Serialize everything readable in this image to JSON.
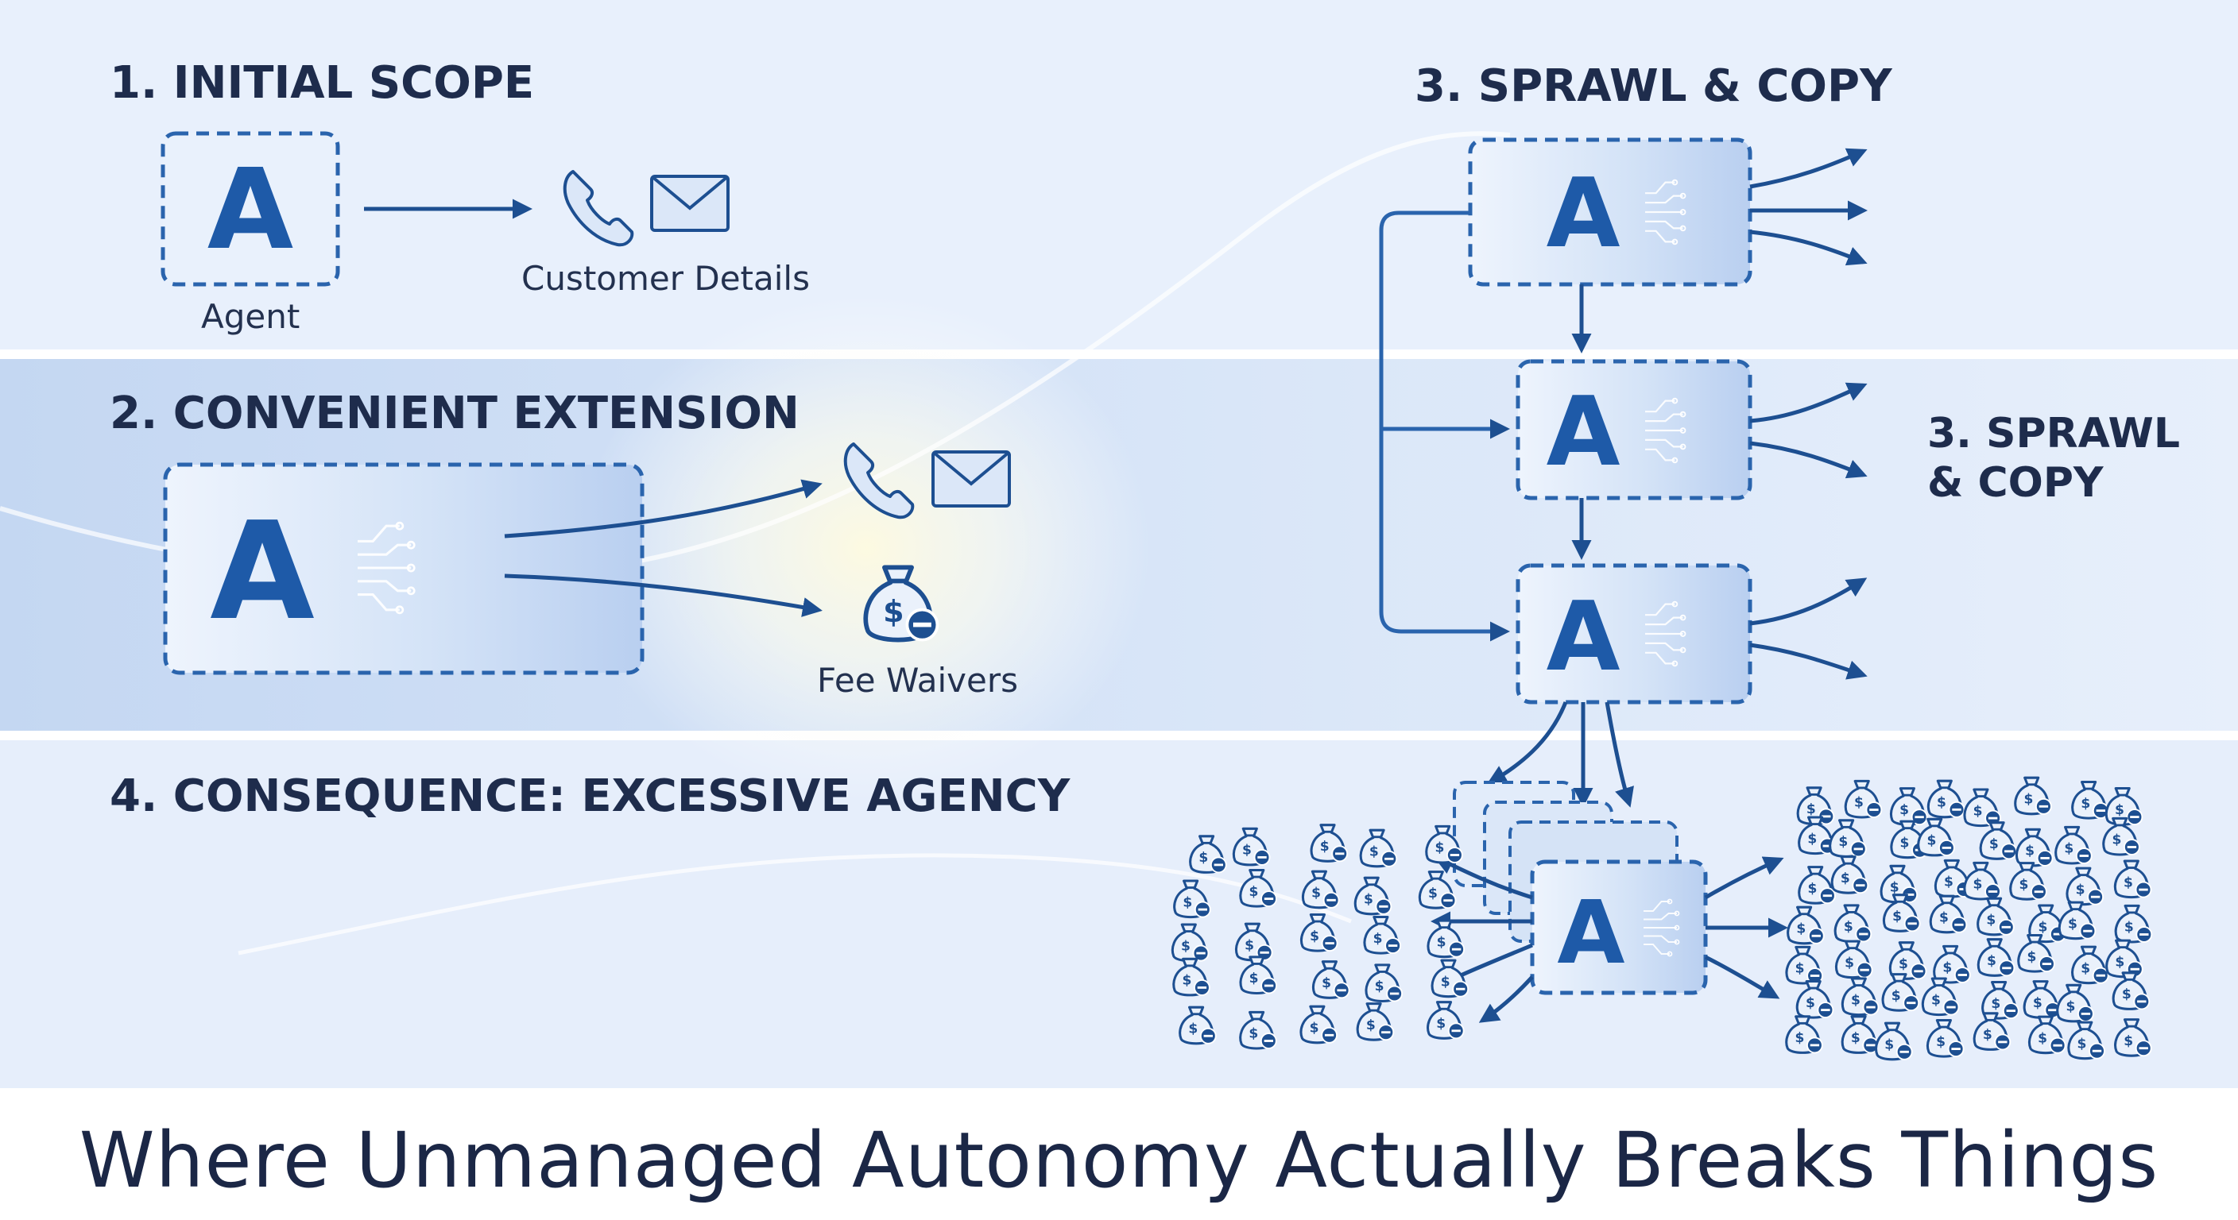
{
  "sections": {
    "initial_scope": {
      "heading": "1. INITIAL SCOPE",
      "agent_label": "Agent",
      "target_label": "Customer Details"
    },
    "convenient_extension": {
      "heading": "2. CONVENIENT EXTENSION",
      "target_label": "Fee Waivers"
    },
    "sprawl": {
      "heading": "3.  SPRAWL & COPY",
      "side_label_line1": "3. SPRAWL",
      "side_label_line2": "& COPY"
    },
    "consequence": {
      "heading": "4. CONSEQUENCE: EXCESSIVE AGENCY"
    }
  },
  "agent_glyph": "A",
  "money_glyph": "$",
  "caption": "Where Unmanaged Autonomy Actually Breaks Things",
  "icons": [
    "phone-icon",
    "envelope-icon",
    "money-bag-icon",
    "minus-badge-icon",
    "circuit-icon",
    "arrow-icon"
  ],
  "colors": {
    "accent": "#2a64ad",
    "dark_blue": "#1d4f91",
    "text": "#1e2c4c",
    "band_light": "#e6eefb",
    "band_highlight": "#c5d8f3",
    "divider": "#ffffff"
  }
}
